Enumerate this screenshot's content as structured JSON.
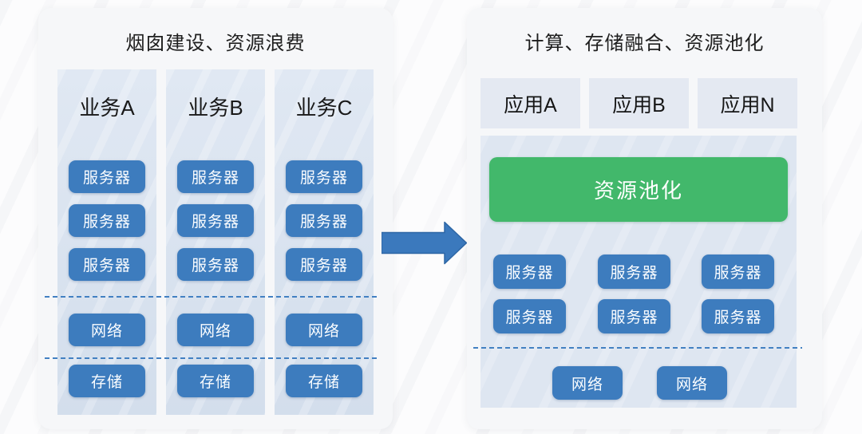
{
  "left_panel": {
    "title": "烟囱建设、资源浪费",
    "columns": [
      {
        "label": "业务A",
        "servers": [
          "服务器",
          "服务器",
          "服务器"
        ],
        "network": "网络",
        "storage": "存储"
      },
      {
        "label": "业务B",
        "servers": [
          "服务器",
          "服务器",
          "服务器"
        ],
        "network": "网络",
        "storage": "存储"
      },
      {
        "label": "业务C",
        "servers": [
          "服务器",
          "服务器",
          "服务器"
        ],
        "network": "网络",
        "storage": "存储"
      }
    ]
  },
  "arrow": {
    "icon": "right-arrow-icon"
  },
  "right_panel": {
    "title": "计算、存储融合、资源池化",
    "apps": [
      {
        "label": "应用A"
      },
      {
        "label": "应用B"
      },
      {
        "label": "应用N"
      }
    ],
    "pool": {
      "label": "资源池化",
      "servers": [
        "服务器",
        "服务器",
        "服务器",
        "服务器",
        "服务器",
        "服务器"
      ],
      "networks": [
        "网络",
        "网络"
      ]
    }
  },
  "colors": {
    "box_blue": "#3d7cbe",
    "pool_green": "#42b86b",
    "dashed_blue": "#4280c2",
    "silo_bg": "#d8e2ef",
    "app_bg": "#e4e9f2",
    "container_bg": "#dee6f1",
    "panel_bg": "#f6f7f9"
  }
}
